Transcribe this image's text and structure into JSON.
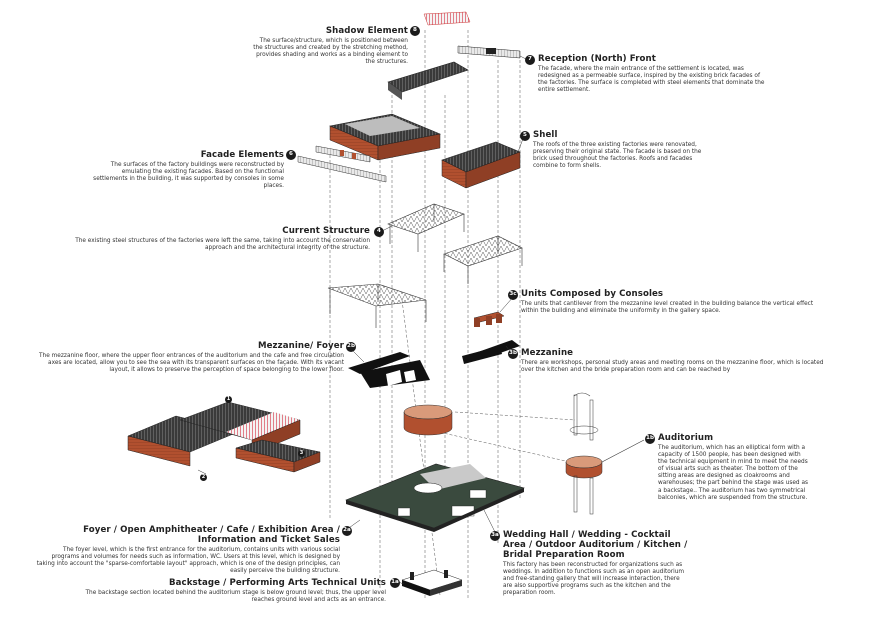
{
  "items": [
    {
      "num": "8",
      "title": "Shadow Element",
      "desc": "The surface/structure, which is positioned between the structures and created by the stretching method, provides shading and works as a binding element to the structures."
    },
    {
      "num": "7",
      "title": "Reception (North) Front",
      "desc": "The facade, where the main entrance of the settlement is located, was redesigned as a permeable surface, inspired by the existing brick facades of the factories. The surface is completed with steel elements that dominate the entire settlement."
    },
    {
      "num": "5",
      "title": "Shell",
      "desc": "The roofs of the three existing factories were renovated, preserving their original state. The facade is based on the brick used throughout the factories. Roofs and facades combine to form shells."
    },
    {
      "num": "6",
      "title": "Facade Elements",
      "desc": "The surfaces of the factory buildings were reconstructed by emulating the existing facades. Based on the functional settlements in the building, it was supported by consoles in some places."
    },
    {
      "num": "4",
      "title": "Current Structure",
      "desc": "The existing steel structures of the factories were left the same, taking into account the conservation approach and the architectural integrity of the structure."
    },
    {
      "num": "3c",
      "title": "Units Composed by Consoles",
      "desc": "The units that cantilever from the mezzanine level created in the building balance the vertical effect within the building and eliminate the uniformity in the gallery space."
    },
    {
      "num": "2b",
      "title": "Mezzanine/ Foyer",
      "desc": "The mezzanine floor, where the upper floor entrances of the auditorium and the cafe and free circulation axes are located, allow you to see the sea with its transparent surfaces on the façade. With its vacant layout, it allows to preserve the perception of space belonging to the lower floor."
    },
    {
      "num": "3b",
      "title": "Mezzanine",
      "desc": "There are workshops, personal study areas and meeting rooms on the mezzanine floor, which is located over the kitchen and the bride preparation room and can be reached by"
    },
    {
      "num": "1b",
      "title": "Auditorium",
      "desc": "The auditorium, which has an elliptical form with a capacity of 1500 people, has been designed with the technical equipment in mind to meet the needs of visual arts such as theater. The bottom of the sitting areas are designed as cloakrooms and warehouses; the part behind the stage was used as a backstage.. The auditorium has two symmetrical balconies, which are suspended from the structure."
    },
    {
      "num": "2a",
      "title": "Foyer / Open Amphitheater / Cafe / Exhibition Area / Information and Ticket Sales",
      "desc": "The foyer level, which is the first entrance for the auditorium, contains units with various social programs and volumes for needs such as information, WC. Users at this level, which is designed by taking into account the \"sparse-comfortable layout\" approach, which is one of the design principles, can easily perceive the building structure."
    },
    {
      "num": "3a",
      "title": "Wedding Hall / Wedding - Cocktail Area / Outdoor Auditorium / Kitchen / Bridal Preparation Room",
      "desc": "This factory has been reconstructed for organizations such as weddings. In addition to functions such as an open auditorium and free-standing gallery that will increase interaction, there are also supportive programs such as the kitchen and the preparation room."
    },
    {
      "num": "1a",
      "title": "Backstage / Performing Arts Technical Units",
      "desc": "The backstage section located behind the auditorium stage is below ground level; thus, the upper level reaches ground level and acts as an entrance."
    }
  ],
  "key_labels": [
    "1",
    "2",
    "3"
  ],
  "colors": {
    "brick": "#b1502f",
    "roof": "#2a2a2a",
    "accent": "#d94b5a",
    "ground": "#3a4a3e",
    "ink": "#1b1b1b"
  }
}
